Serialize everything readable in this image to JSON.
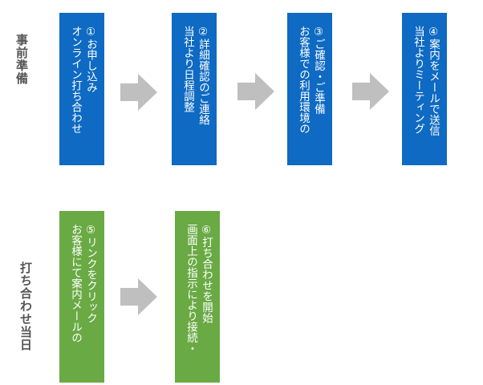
{
  "stages": {
    "prep": "事前準備",
    "day": "打ち合わせ当日"
  },
  "steps": [
    {
      "num": "①",
      "line1": "お申し込み",
      "line2": "オンライン打ち合わせ",
      "color": "#0e6ac2"
    },
    {
      "num": "②",
      "line1": "詳細確認のご連絡",
      "line2": "当社より日程調整",
      "color": "#0e6ac2"
    },
    {
      "num": "③",
      "line1": "ご確認・ご準備",
      "line2": "お客様での利用環境の",
      "color": "#0e6ac2"
    },
    {
      "num": "④",
      "line1": "案内をメールで送信",
      "line2": "当社よりミーティング",
      "color": "#0e6ac2"
    },
    {
      "num": "⑤",
      "line1": "リンクをクリック",
      "line2": "お客様にて案内メールの",
      "color": "#6aaa44"
    },
    {
      "num": "⑥",
      "line1": "打ち合わせを開始",
      "line2": "画面上の指示により接続・",
      "color": "#6aaa44"
    }
  ],
  "arrow_color": "#bfbfbf"
}
